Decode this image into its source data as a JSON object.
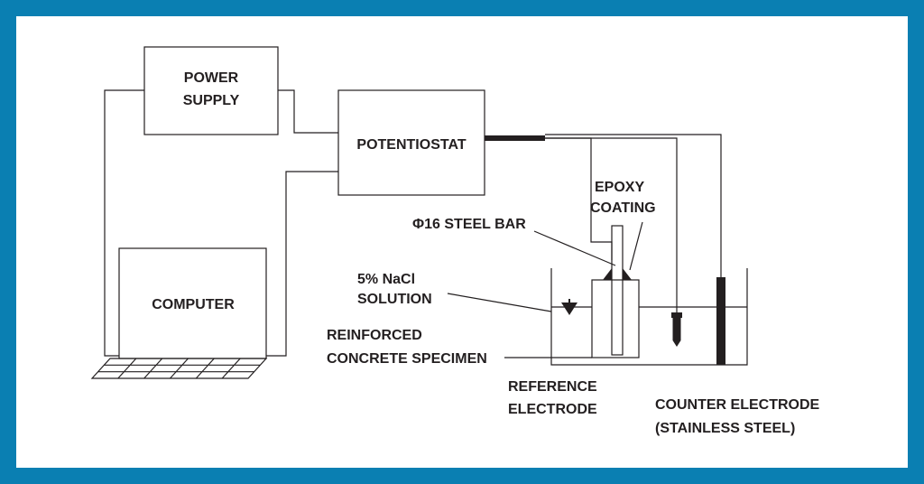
{
  "colors": {
    "frame": "#0a7fb2",
    "ink": "#231f20",
    "background": "#ffffff"
  },
  "blocks": {
    "power_supply": [
      "POWER",
      "SUPPLY"
    ],
    "potentiostat": "POTENTIOSTAT",
    "computer": "COMPUTER"
  },
  "labels": {
    "epoxy": [
      "EPOXY",
      "COATING"
    ],
    "steel_bar": "Φ16 STEEL BAR",
    "nacl": [
      "5% NaCl",
      "SOLUTION"
    ],
    "specimen": [
      "REINFORCED",
      "CONCRETE SPECIMEN"
    ],
    "reference": [
      "REFERENCE",
      "ELECTRODE"
    ],
    "counter": [
      "COUNTER ELECTRODE",
      "(STAINLESS STEEL)"
    ]
  }
}
